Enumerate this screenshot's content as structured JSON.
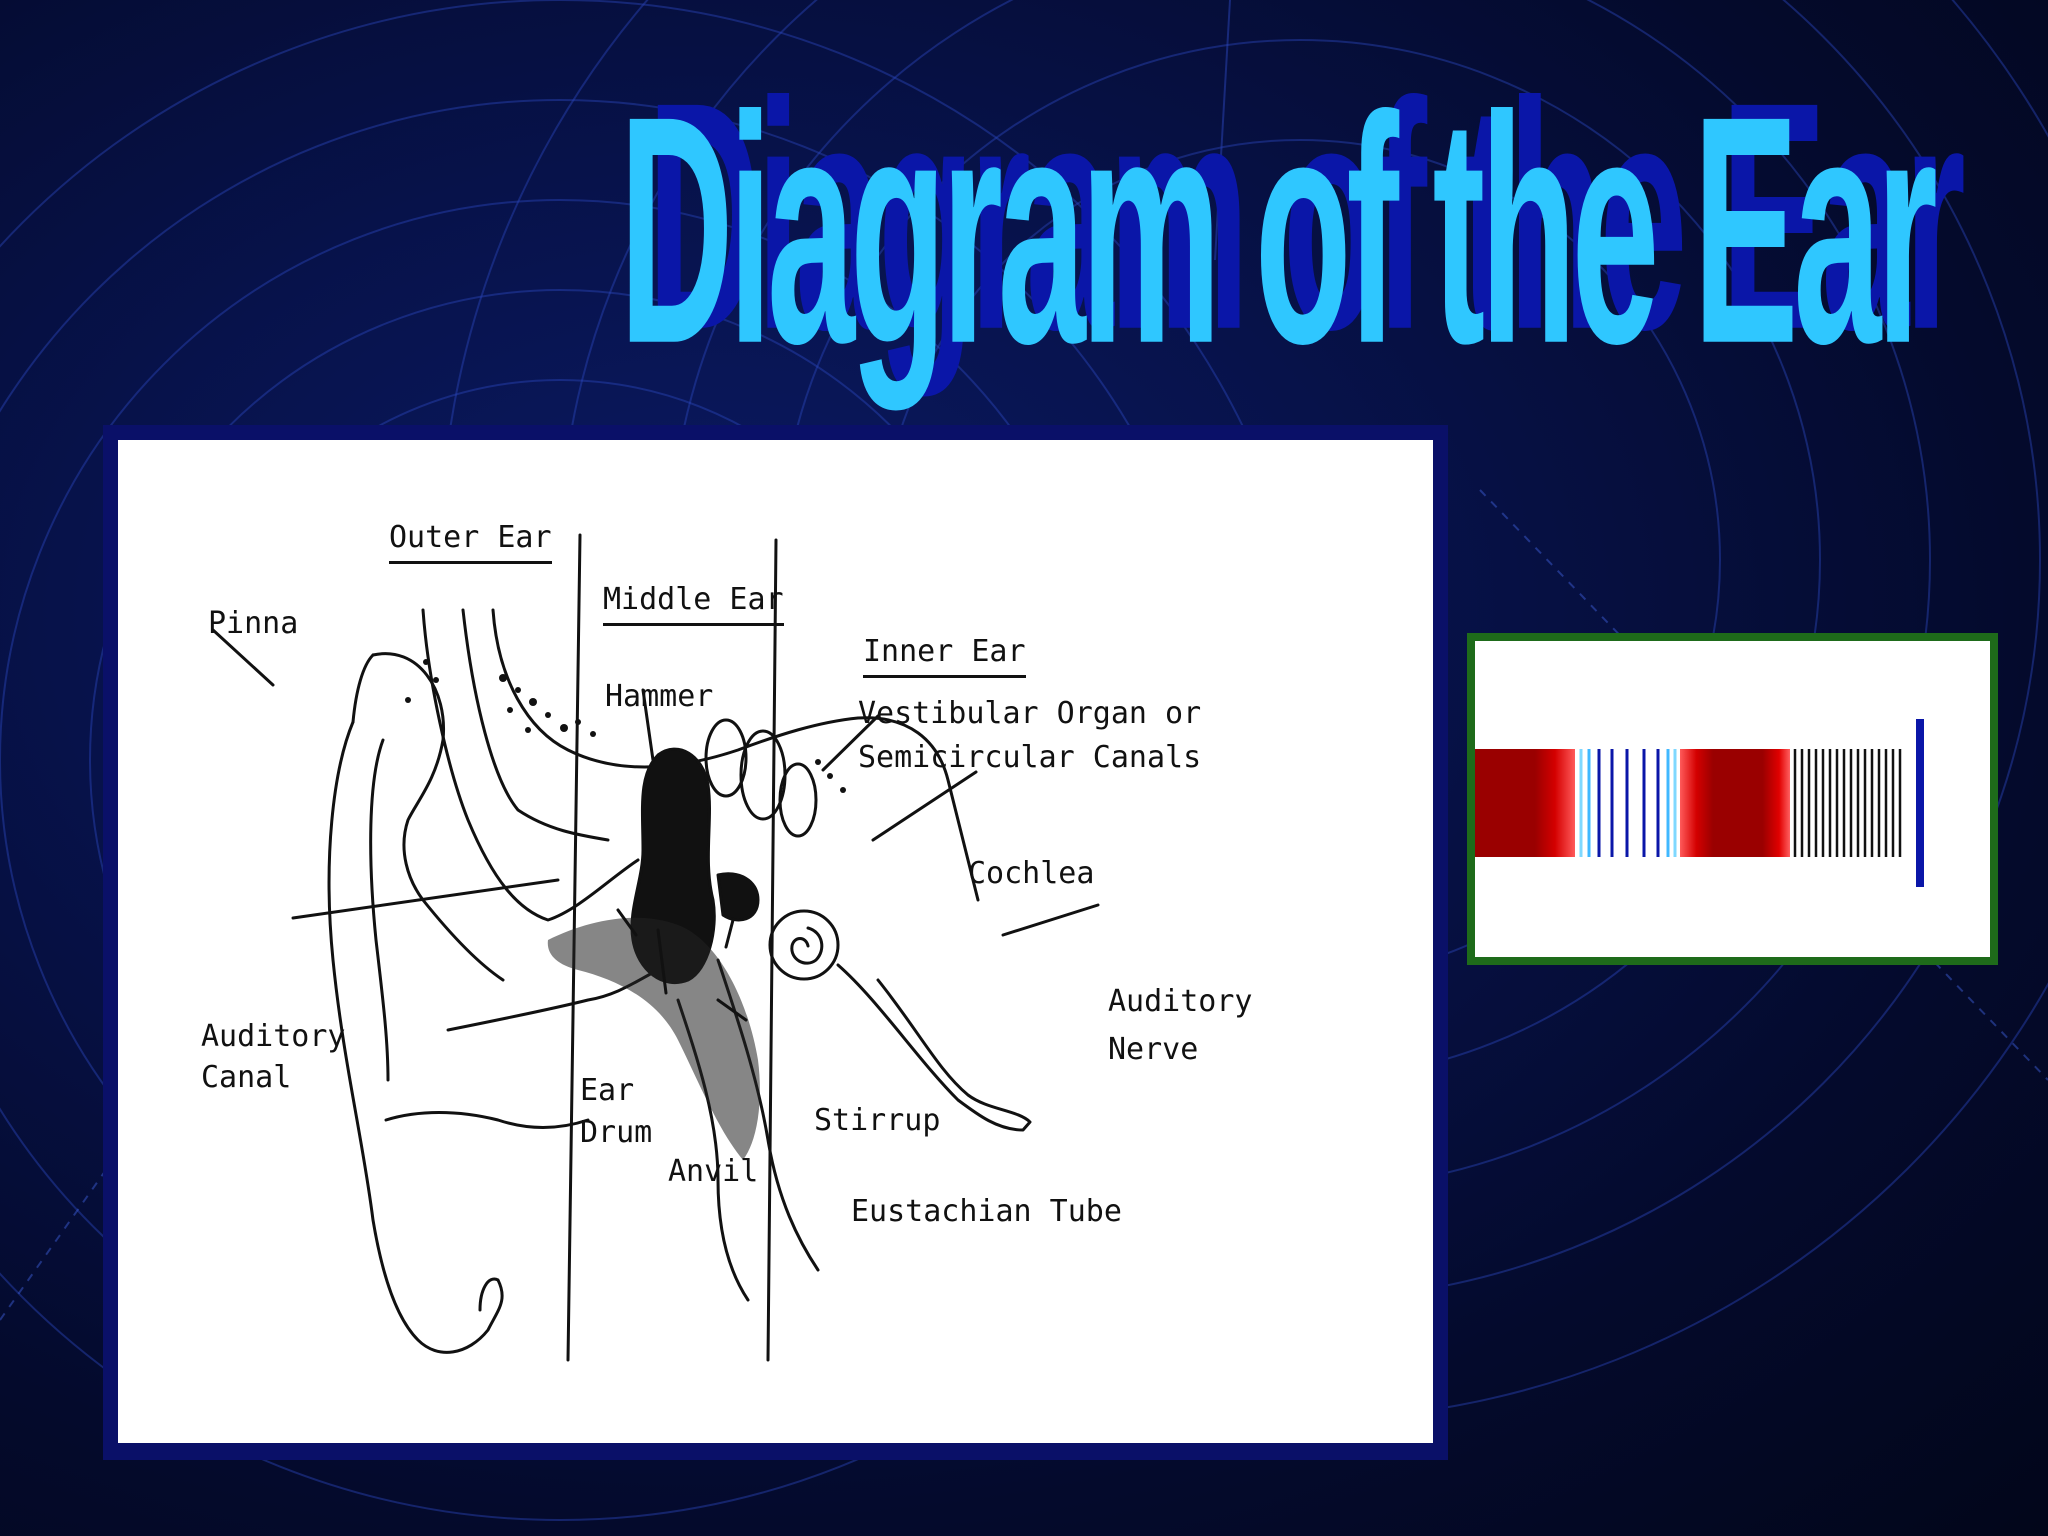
{
  "slide": {
    "title": "Diagram of the Ear"
  },
  "diagram": {
    "section_headers": {
      "outer_ear": "Outer Ear",
      "middle_ear": "Middle Ear",
      "inner_ear": "Inner Ear"
    },
    "labels": {
      "pinna": "Pinna",
      "hammer": "Hammer",
      "vestibular": "Vestibular Organ or\nSemicircular Canals",
      "cochlea": "Cochlea",
      "auditory_nerve": "Auditory\nNerve",
      "auditory_canal": "Auditory\nCanal",
      "ear_drum": "Ear\nDrum",
      "stirrup": "Stirrup",
      "anvil": "Anvil",
      "eustachian_tube": "Eustachian Tube"
    },
    "ink_color": "#111111"
  },
  "colors": {
    "title_front": "#2fc7ff",
    "title_shadow": "#0a16a8",
    "diagram_border": "#0a1068",
    "sound_border": "#1e6b1a",
    "wave_red": "#9a0000",
    "wave_blue": "#0a16a8"
  }
}
